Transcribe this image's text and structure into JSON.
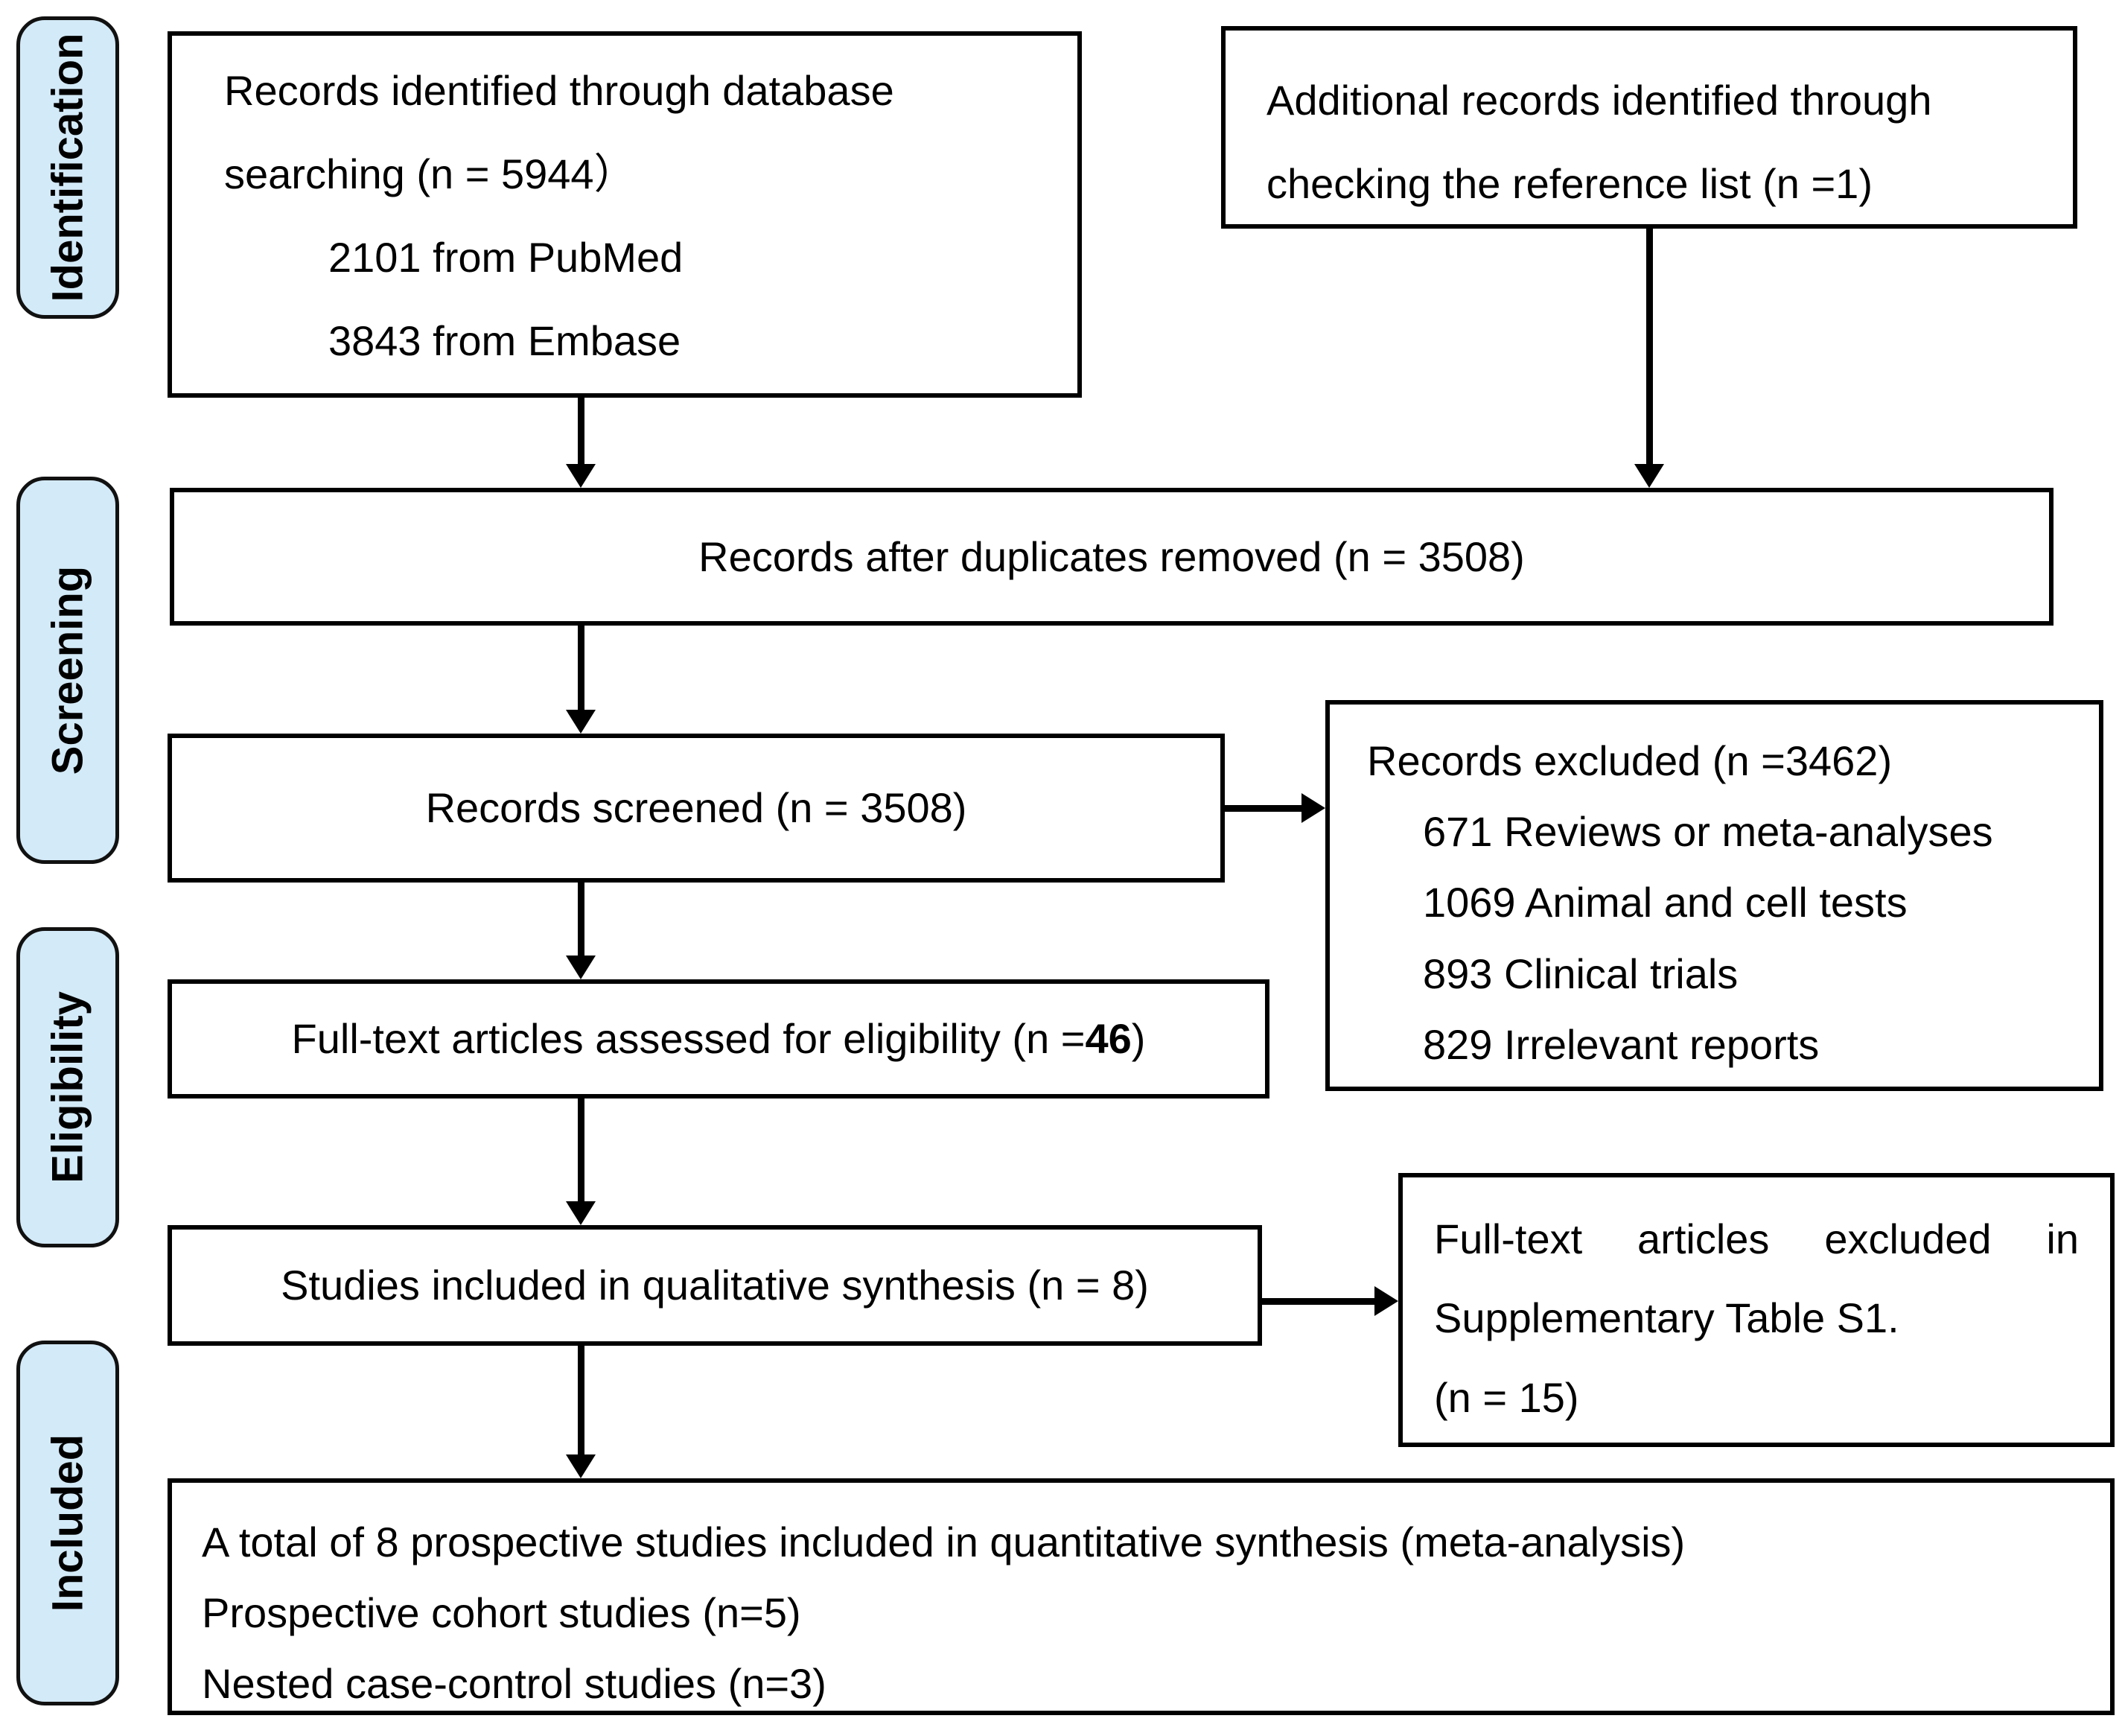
{
  "diagram": {
    "stages": [
      {
        "label": "Identification"
      },
      {
        "label": "Screening"
      },
      {
        "label": "Eligibility"
      },
      {
        "label": "Included"
      }
    ],
    "boxes": {
      "identification_db": {
        "line1": "Records identified through database",
        "line2": "searching (n = 5944）",
        "sub1": "2101 from PubMed",
        "sub2": "3843 from Embase"
      },
      "identification_ref": {
        "line1": "Additional records identified through",
        "line2": "checking the reference list (n =1)"
      },
      "duplicates_removed": {
        "text": "Records after duplicates removed (n = 3508)"
      },
      "records_screened": {
        "text": "Records screened (n = 3508)"
      },
      "records_excluded": {
        "title": "Records excluded (n =3462)",
        "items": [
          "671 Reviews or meta-analyses",
          "1069 Animal and cell tests",
          "893 Clinical trials",
          "829 Irrelevant reports"
        ]
      },
      "fulltext_assessed": {
        "prefix": "Full-text articles assessed for eligibility (n = ",
        "n": "46",
        "suffix": " )"
      },
      "qualitative_synthesis": {
        "text": "Studies included in qualitative synthesis (n = 8)"
      },
      "fulltext_excluded": {
        "line1": "Full-text articles excluded in",
        "line2": "Supplementary Table S1.",
        "line3": "(n = 15)"
      },
      "quantitative_synthesis": {
        "line1": "A total of 8 prospective studies included in quantitative synthesis (meta-analysis)",
        "line2": "Prospective cohort studies (n=5)",
        "line3": "Nested case-control studies (n=3)"
      }
    },
    "colors": {
      "stage_fill": "#d3eaf8",
      "box_border": "#000000",
      "arrow": "#000000"
    }
  }
}
